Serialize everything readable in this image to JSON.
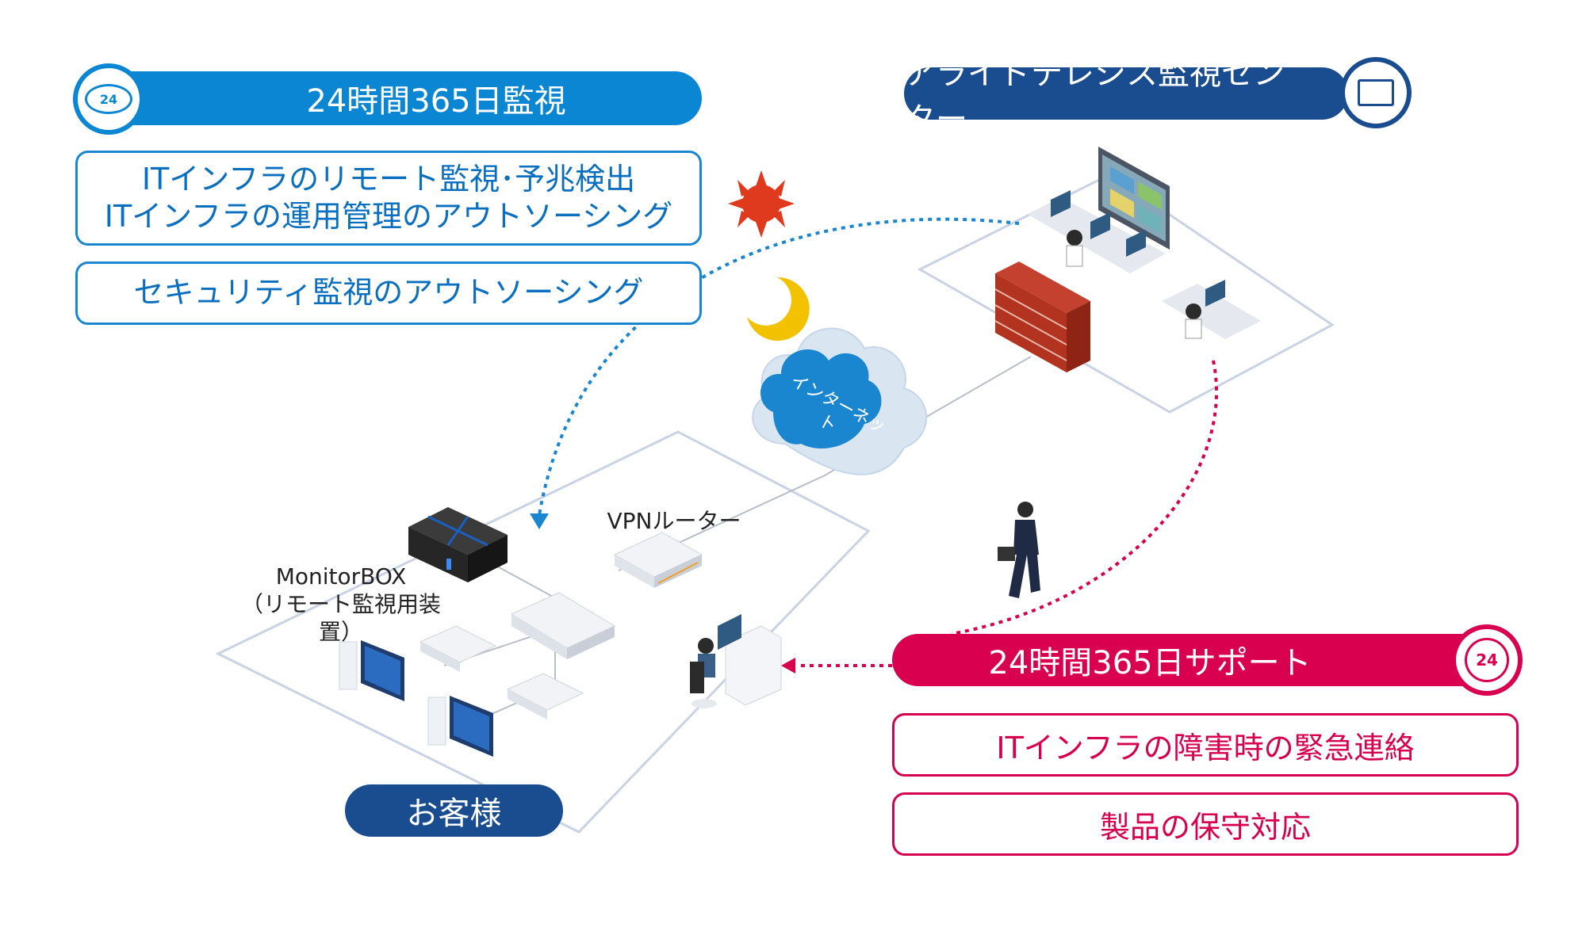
{
  "left_panel": {
    "header": "24時間365日監視",
    "items": [
      [
        "ITインフラのリモート監視･予兆検出",
        "ITインフラの運用管理のアウトソーシング"
      ],
      [
        "セキュリティ監視のアウトソーシング"
      ]
    ],
    "badge_text": "24"
  },
  "monitoring_center": {
    "label": "アライドテレシス監視センター"
  },
  "network": {
    "internet_label": "インターネット",
    "vpn_router_label": "VPNルーター",
    "monitorbox_name": "MonitorBOX",
    "monitorbox_desc": "（リモート監視用装置）"
  },
  "customer": {
    "label": "お客様"
  },
  "right_panel": {
    "header": "24時間365日サポート",
    "items": [
      "ITインフラの障害時の緊急連絡",
      "製品の保守対応"
    ],
    "badge_text": "24"
  },
  "colors": {
    "blue": "#0b86d3",
    "navy": "#1a4c90",
    "pink": "#d9004f",
    "sun": "#e03a1e",
    "moon": "#f2c200"
  }
}
